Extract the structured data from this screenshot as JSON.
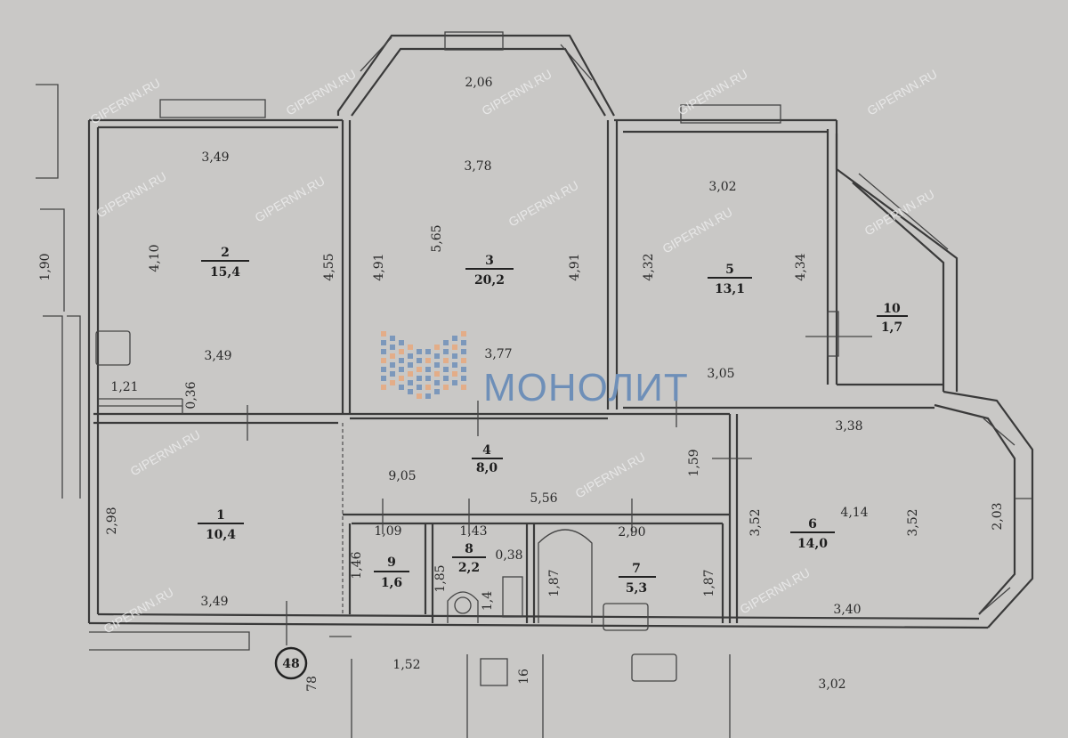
{
  "plan": {
    "rooms": [
      {
        "number": "1",
        "area": "10,4"
      },
      {
        "number": "2",
        "area": "15,4"
      },
      {
        "number": "3",
        "area": "20,2"
      },
      {
        "number": "4",
        "area": "8,0"
      },
      {
        "number": "5",
        "area": "13,1"
      },
      {
        "number": "6",
        "area": "14,0"
      },
      {
        "number": "7",
        "area": "5,3"
      },
      {
        "number": "8",
        "area": "2,2"
      },
      {
        "number": "9",
        "area": "1,6"
      },
      {
        "number": "10",
        "area": "1,7"
      }
    ],
    "dimensions": {
      "r2_top": "3,49",
      "r2_left": "4,10",
      "r2_right": "4,55",
      "r2_bottom": "3,49",
      "r2_closet_w": "1,21",
      "r2_closet_h": "0,36",
      "r3_top_bay": "2,06",
      "r3_top": "3,78",
      "r3_left": "4,91",
      "r3_diag": "5,65",
      "r3_right": "4,91",
      "r3_bottom": "3,77",
      "r5_top": "3,02",
      "r5_left": "4,32",
      "r5_right": "4,34",
      "r5_bottom": "3,05",
      "r4_long": "9,05",
      "r4_mid": "5,56",
      "r4_h": "1,59",
      "r1_left": "2,98",
      "r1_bottom": "3,49",
      "r9_w": "1,09",
      "r9_h": "1,46",
      "r8_w": "1,43",
      "r8_h": "1,85",
      "r8_niche": "0,38",
      "r8_small": "1,4",
      "r7_w": "2,90",
      "r7_left": "1,87",
      "r7_right": "1,87",
      "r6_top": "3,38",
      "r6_mid": "4,14",
      "r6_left": "3,52",
      "r6_right": "3,52",
      "r6_bay": "2,03",
      "r6_bottom": "3,40",
      "ext_left": "1,90",
      "ext_bottom_1": "1,52",
      "ext_bottom_2": "3,02",
      "ext_78": "78",
      "ext_16": "16"
    },
    "apartment_number": "48",
    "watermark": "GIPERNN.RU",
    "logo_text": "МОНОЛИТ"
  },
  "colors": {
    "logo_blue": "#6e8fb8",
    "logo_orange": "#e8a87c",
    "paper": "#c9c8c6"
  }
}
